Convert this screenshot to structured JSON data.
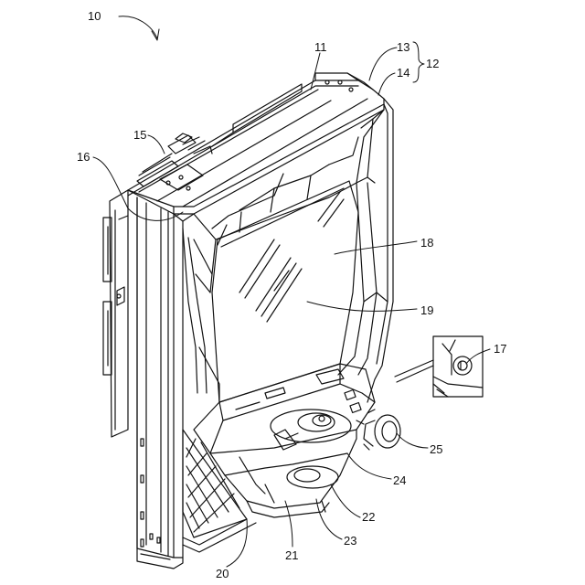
{
  "figure": {
    "assembly_ref": "10",
    "labels": {
      "r11": "11",
      "r12": "12",
      "r13": "13",
      "r14": "14",
      "r15": "15",
      "r16": "16",
      "r17": "17",
      "r18": "18",
      "r19": "19",
      "r20": "20",
      "r21": "21",
      "r22": "22",
      "r23": "23",
      "r24": "24",
      "r25": "25"
    }
  }
}
